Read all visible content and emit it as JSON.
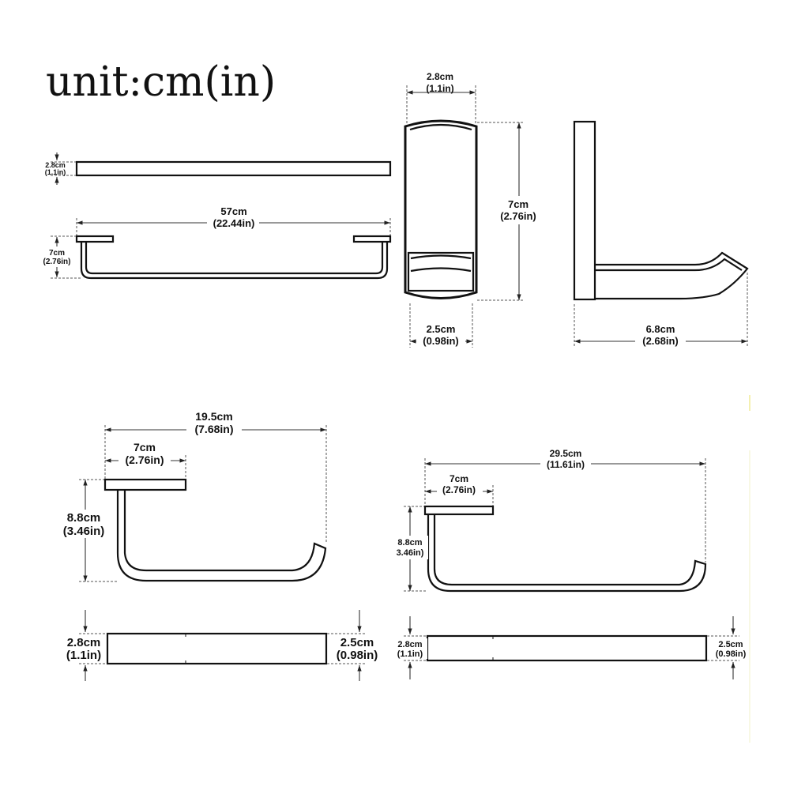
{
  "title": "unit:cm(in)",
  "dimensions": {
    "bar_h_cm": "2.8cm",
    "bar_h_in": "(1.1in)",
    "bar_len_cm": "57cm",
    "bar_len_in": "(22.44in)",
    "bar_depth_cm": "7cm",
    "bar_depth_in": "(2.76in)",
    "hook_w_cm": "2.8cm",
    "hook_w_in": "(1.1in)",
    "hook_h_cm": "7cm",
    "hook_h_in": "(2.76in)",
    "hook_bw_cm": "2.5cm",
    "hook_bw_in": "(0.98in)",
    "hook_d_cm": "6.8cm",
    "hook_d_in": "(2.68in)",
    "ring_w_cm": "19.5cm",
    "ring_w_in": "(7.68in)",
    "ring_base_cm": "7cm",
    "ring_base_in": "(2.76in)",
    "ring_h_cm": "8.8cm",
    "ring_h_in": "(3.46in)",
    "ring_t1_cm": "2.8cm",
    "ring_t1_in": "(1.1in)",
    "ring_t2_cm": "2.5cm",
    "ring_t2_in": "(0.98in)",
    "paper_w_cm": "29.5cm",
    "paper_w_in": "(11.61in)",
    "paper_base_cm": "7cm",
    "paper_base_in": "(2.76in)",
    "paper_h_cm": "8.8cm",
    "paper_h_in": "3.46in)",
    "paper_t1_cm": "2.8cm",
    "paper_t1_in": "(1.1in)",
    "paper_t2_cm": "2.5cm",
    "paper_t2_in": "(0.98in)"
  }
}
